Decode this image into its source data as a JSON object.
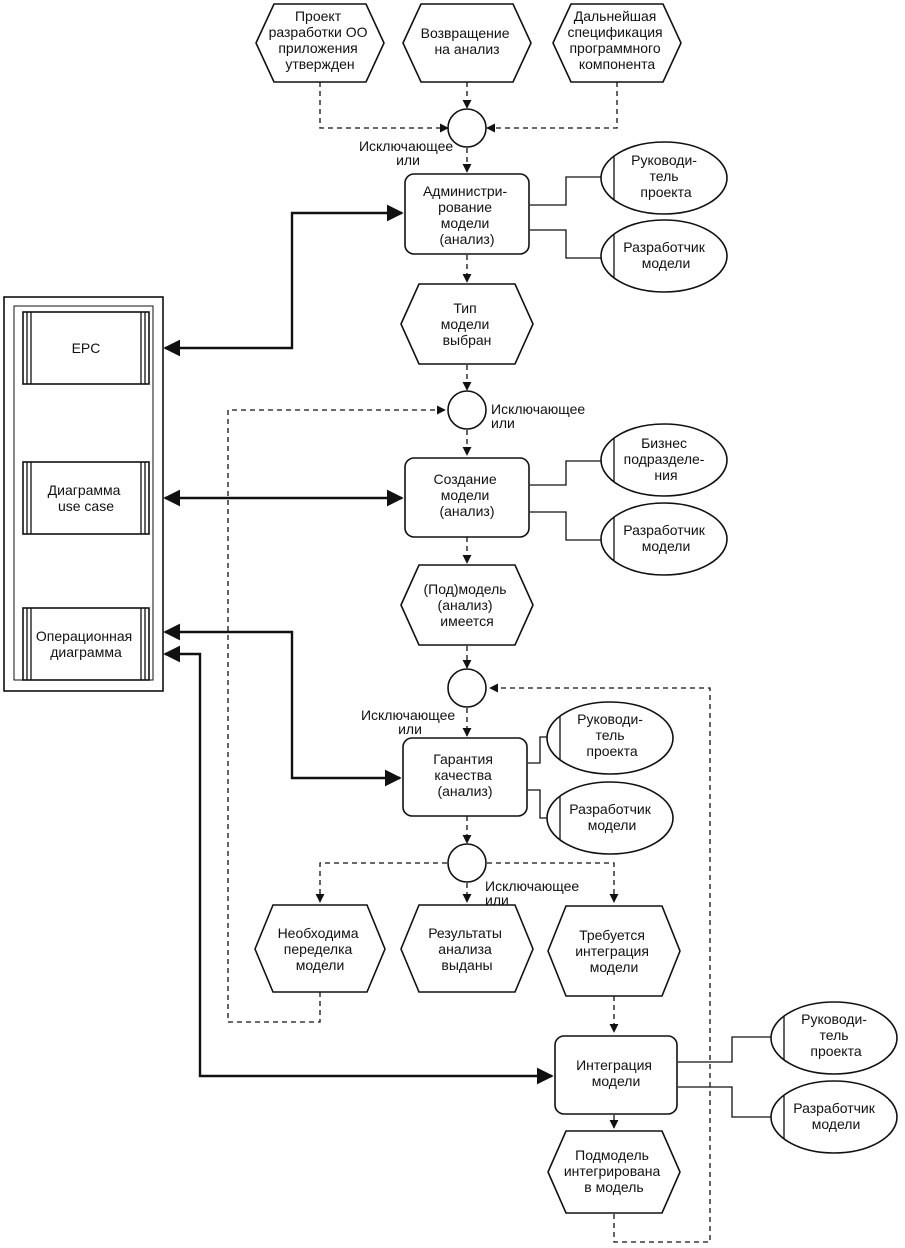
{
  "events": {
    "e1": [
      "Проект",
      "разработки ОО",
      "приложения",
      "утвержден"
    ],
    "e2": [
      "Возвращение",
      "на анализ"
    ],
    "e3": [
      "Дальнейшая",
      "спецификация",
      "программного",
      "компонента"
    ],
    "e4": [
      "Тип",
      "модели",
      "выбран"
    ],
    "e5": [
      "(Под)модель",
      "(анализ)",
      "имеется"
    ],
    "e6": [
      "Необходима",
      "переделка",
      "модели"
    ],
    "e7": [
      "Результаты",
      "анализа",
      "выданы"
    ],
    "e8": [
      "Требуется",
      "интеграция",
      "модели"
    ],
    "e9": [
      "Подмодель",
      "интегрирована",
      "в модель"
    ]
  },
  "functions": {
    "f1": [
      "Администри-",
      "рование",
      "модели",
      "(анализ)"
    ],
    "f2": [
      "Создание",
      "модели",
      "(анализ)"
    ],
    "f3": [
      "Гарантия",
      "качества",
      "(анализ)"
    ],
    "f4": [
      "Интеграция",
      "модели"
    ]
  },
  "roles": {
    "r1": [
      "Руководи-",
      "тель",
      "проекта"
    ],
    "r2": [
      "Разработчик",
      "модели"
    ],
    "r3": [
      "Бизнес",
      "подразделе-",
      "ния"
    ],
    "r4": [
      "Разработчик",
      "модели"
    ],
    "r5": [
      "Руководи-",
      "тель",
      "проекта"
    ],
    "r6": [
      "Разработчик",
      "модели"
    ],
    "r7": [
      "Руководи-",
      "тель",
      "проекта"
    ],
    "r8": [
      "Разработчик",
      "модели"
    ]
  },
  "connectors": {
    "x1": [
      "Исключающее",
      "или"
    ],
    "x2": [
      "Исключающее",
      "или"
    ],
    "x3": [
      "Исключающее",
      "или"
    ],
    "x4": [
      "Исключающее",
      "или"
    ]
  },
  "models": {
    "m1": [
      "EPC"
    ],
    "m2": [
      "Диаграмма",
      "use case"
    ],
    "m3": [
      "Операционная",
      "диаграмма"
    ]
  }
}
